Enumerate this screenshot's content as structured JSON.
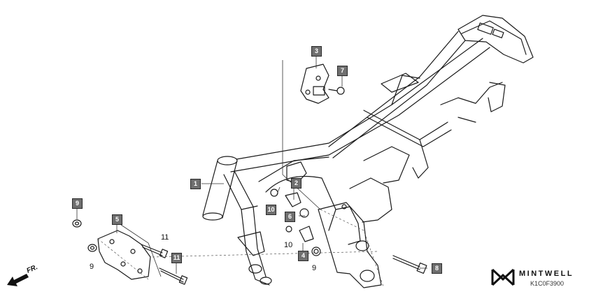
{
  "callouts": {
    "c1": "1",
    "c3": "3",
    "c7": "7",
    "c2": "2",
    "c10a": "10",
    "c6": "6",
    "c9a": "9",
    "c5": "5",
    "c11a": "11",
    "c4": "4",
    "c8": "8"
  },
  "plain_labels": {
    "l11": "11",
    "l9a": "9",
    "l10": "10",
    "l9b": "9"
  },
  "direction": {
    "label": "FR."
  },
  "brand": {
    "name": "MINTWELL",
    "code": "K1C0F3900"
  }
}
